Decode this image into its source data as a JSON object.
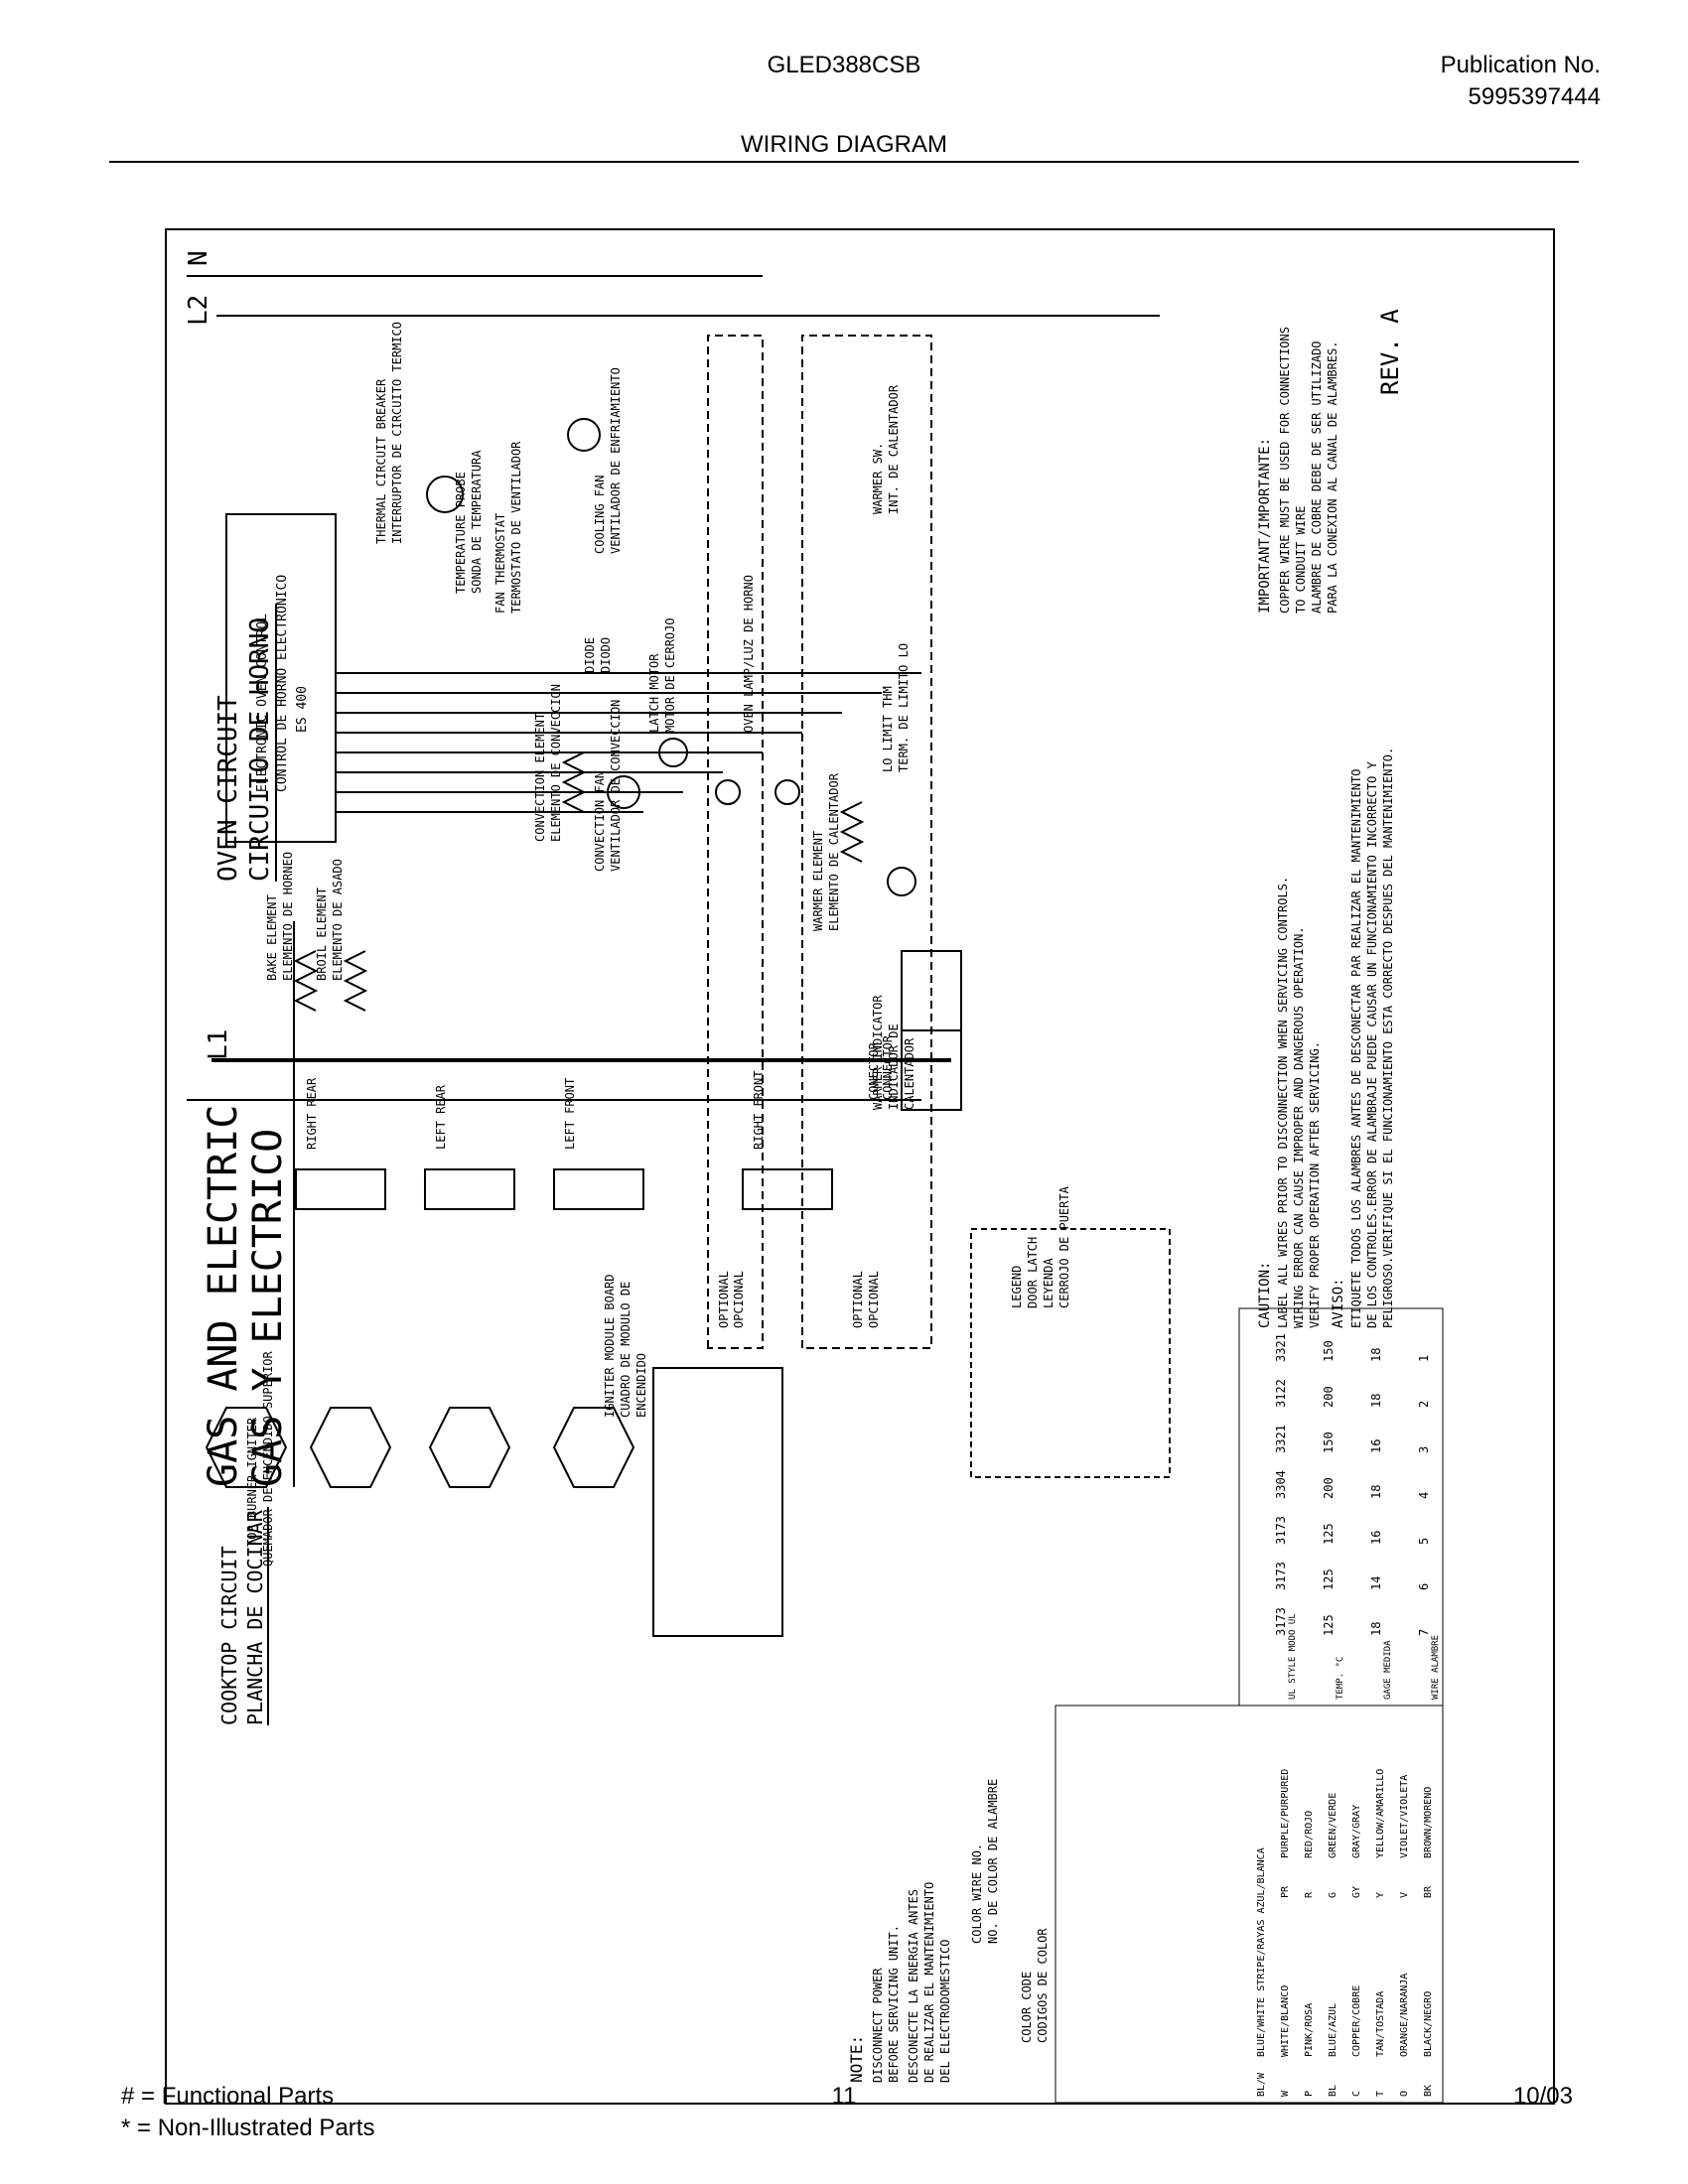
{
  "header": {
    "model": "GLED388CSB",
    "publication_label": "Publication No.",
    "publication_number": "5995397444",
    "title": "WIRING DIAGRAM"
  },
  "diagram": {
    "gas_electric": "GAS AND ELECTRIC",
    "gas_electric_es": "GAS Y ELECTRICO",
    "oven_circuit": "OVEN CIRCUIT",
    "oven_circuit_es": "CIRCUITO DE HORNO",
    "cooktop_circuit": "COOKTOP CIRCUIT",
    "cooktop_circuit_es": "PLANCHA DE COCINAR",
    "l2": "L2",
    "n": "N",
    "l1": "L1",
    "control": [
      "ELECTRONIC OVEN CONTROL",
      "CONTROL DE HORNO ELECTRONICO",
      "ES 400"
    ],
    "bake": [
      "BAKE ELEMENT",
      "ELEMENTO DE HORNEO"
    ],
    "broil": [
      "BROIL ELEMENT",
      "ELEMENTO DE ASADO"
    ],
    "breaker": [
      "THERMAL CIRCUIT BREAKER",
      "INTERRUPTOR DE CIRCUITO TERMICO"
    ],
    "probe": [
      "TEMPERATURE PROBE",
      "SONDA DE TEMPERATURA"
    ],
    "fan_thermostat": [
      "FAN THERMOSTAT",
      "TERMOSTATO DE VENTILADOR"
    ],
    "cooling_fan": [
      "COOLING FAN",
      "VENTILADOR DE ENFRIAMIENTO"
    ],
    "diode": [
      "DIODE",
      "DIODO"
    ],
    "conv_element": [
      "CONVECTION ELEMENT",
      "ELEMENTO DE CONVECCION"
    ],
    "conv_fan": [
      "CONVECTION FAN",
      "VENTILADOR DE CONVECCION"
    ],
    "latch_motor": [
      "LATCH MOTOR",
      "MOTOR DE CERROJO"
    ],
    "oven_lamp": "OVEN LAMP/LUZ DE HORNO",
    "warmer_element": [
      "WARMER ELEMENT",
      "ELEMENTO DE CALENTADOR"
    ],
    "warmer_indicator": [
      "WARMER INDICATOR",
      "INDICADOR DE",
      "CALENTADOR"
    ],
    "warmer_sw": [
      "WARMER SW.",
      "INT. DE CALENTADOR"
    ],
    "lo_limit": [
      "LO LIMIT THM",
      "TERM. DE LIMITO LO"
    ],
    "optional": [
      "OPTIONAL",
      "OPCIONAL"
    ],
    "connector": [
      "CONNECTOR",
      "CONECTOR"
    ],
    "igniter_sw": [
      "RIGHT REAR",
      "LEFT REAR",
      "LEFT FRONT",
      "RIGHT FRONT"
    ],
    "top_burner": [
      "TOP BURNER IGNITER",
      "QUEMADOR DE ENCENDIDO SUPERIOR"
    ],
    "module_board": [
      "IGNITER MODULE BOARD",
      "CUADRO DE MODULO DE",
      "ENCENDIDO"
    ],
    "legend_latch": [
      "LEGEND",
      "DOOR LATCH",
      "LEYENDA",
      "CERROJO DE PUERTA"
    ],
    "important": [
      "IMPORTANT/IMPORTANTE:",
      "COPPER WIRE MUST BE USED FOR CONNECTIONS",
      "TO CONDUIT WIRE",
      "ALAMBRE DE COBRE DEBE DE SER UTILIZADO",
      "PARA LA CONEXION AL CANAL DE ALAMBRES."
    ],
    "rev": "REV. A",
    "caution": [
      "CAUTION:",
      "LABEL ALL WIRES PRIOR TO DISCONNECTION WHEN SERVICING CONTROLS.",
      "WIRING ERROR CAN CAUSE IMPROPER AND DANGEROUS OPERATION.",
      "VERIFY PROPER OPERATION AFTER SERVICING."
    ],
    "aviso": [
      "AVISO:",
      "ETIQUETE TODOS LOS ALAMBRES ANTES DE DESCONECTAR PAR REALIZAR EL MANTENIMIENTO",
      "DE LOS CONTROLES.ERROR DE ALAMBRAJE PUEDE CAUSAR UN FUNCIONAMIENTO INCORRECTO Y",
      "PELIGROSO.VERIFIQUE SI EL FUNCIONAMIENTO ESTA CORRECTO DESPUES DEL MANTENIMIENTO."
    ],
    "note": [
      "NOTE:",
      "DISCONNECT POWER",
      "BEFORE SERVICING UNIT.",
      "DESCONECTE LA ENERGIA ANTES",
      "DE REALIZAR EL MANTENIMIENTO",
      "DEL ELECTRODOMESTICO"
    ],
    "wire_no": [
      "COLOR WIRE NO.",
      "NO. DE COLOR DE ALAMBRE"
    ],
    "color_code": [
      "COLOR CODE",
      "CODIGOS DE COLOR"
    ],
    "wire_table": {
      "headers": [
        "WIRE ALAMBRE",
        "GAGE MEDIDA",
        "TEMP. °C",
        "UL STYLE MODO UL"
      ],
      "rows": [
        [
          "7",
          "18",
          "125",
          "3173"
        ],
        [
          "6",
          "14",
          "125",
          "3173"
        ],
        [
          "5",
          "16",
          "125",
          "3173"
        ],
        [
          "4",
          "18",
          "200",
          "3304"
        ],
        [
          "3",
          "16",
          "150",
          "3321"
        ],
        [
          "2",
          "18",
          "200",
          "3122"
        ],
        [
          "1",
          "18",
          "150",
          "3321"
        ]
      ]
    },
    "color_table": [
      [
        "BK",
        "BLACK/NEGRO",
        "BR",
        "BROWN/MORENO"
      ],
      [
        "O",
        "ORANGE/NARANJA",
        "V",
        "VIOLET/VIOLETA"
      ],
      [
        "T",
        "TAN/TOSTADA",
        "Y",
        "YELLOW/AMARILLO"
      ],
      [
        "C",
        "COPPER/COBRE",
        "GY",
        "GRAY/GRAY"
      ],
      [
        "BL",
        "BLUE/AZUL",
        "G",
        "GREEN/VERDE"
      ],
      [
        "P",
        "PINK/ROSA",
        "R",
        "RED/ROJO"
      ],
      [
        "W",
        "WHITE/BLANCO",
        "PR",
        "PURPLE/PURPURED"
      ],
      [
        "BL/W",
        "BLUE/WHITE STRIPE/RAYAS AZUL/BLANCA",
        "",
        ""
      ]
    ]
  },
  "footer": {
    "legend1": "#  =  Functional Parts",
    "legend2": "*   =  Non-Illustrated Parts",
    "page": "11",
    "date": "10/03"
  }
}
